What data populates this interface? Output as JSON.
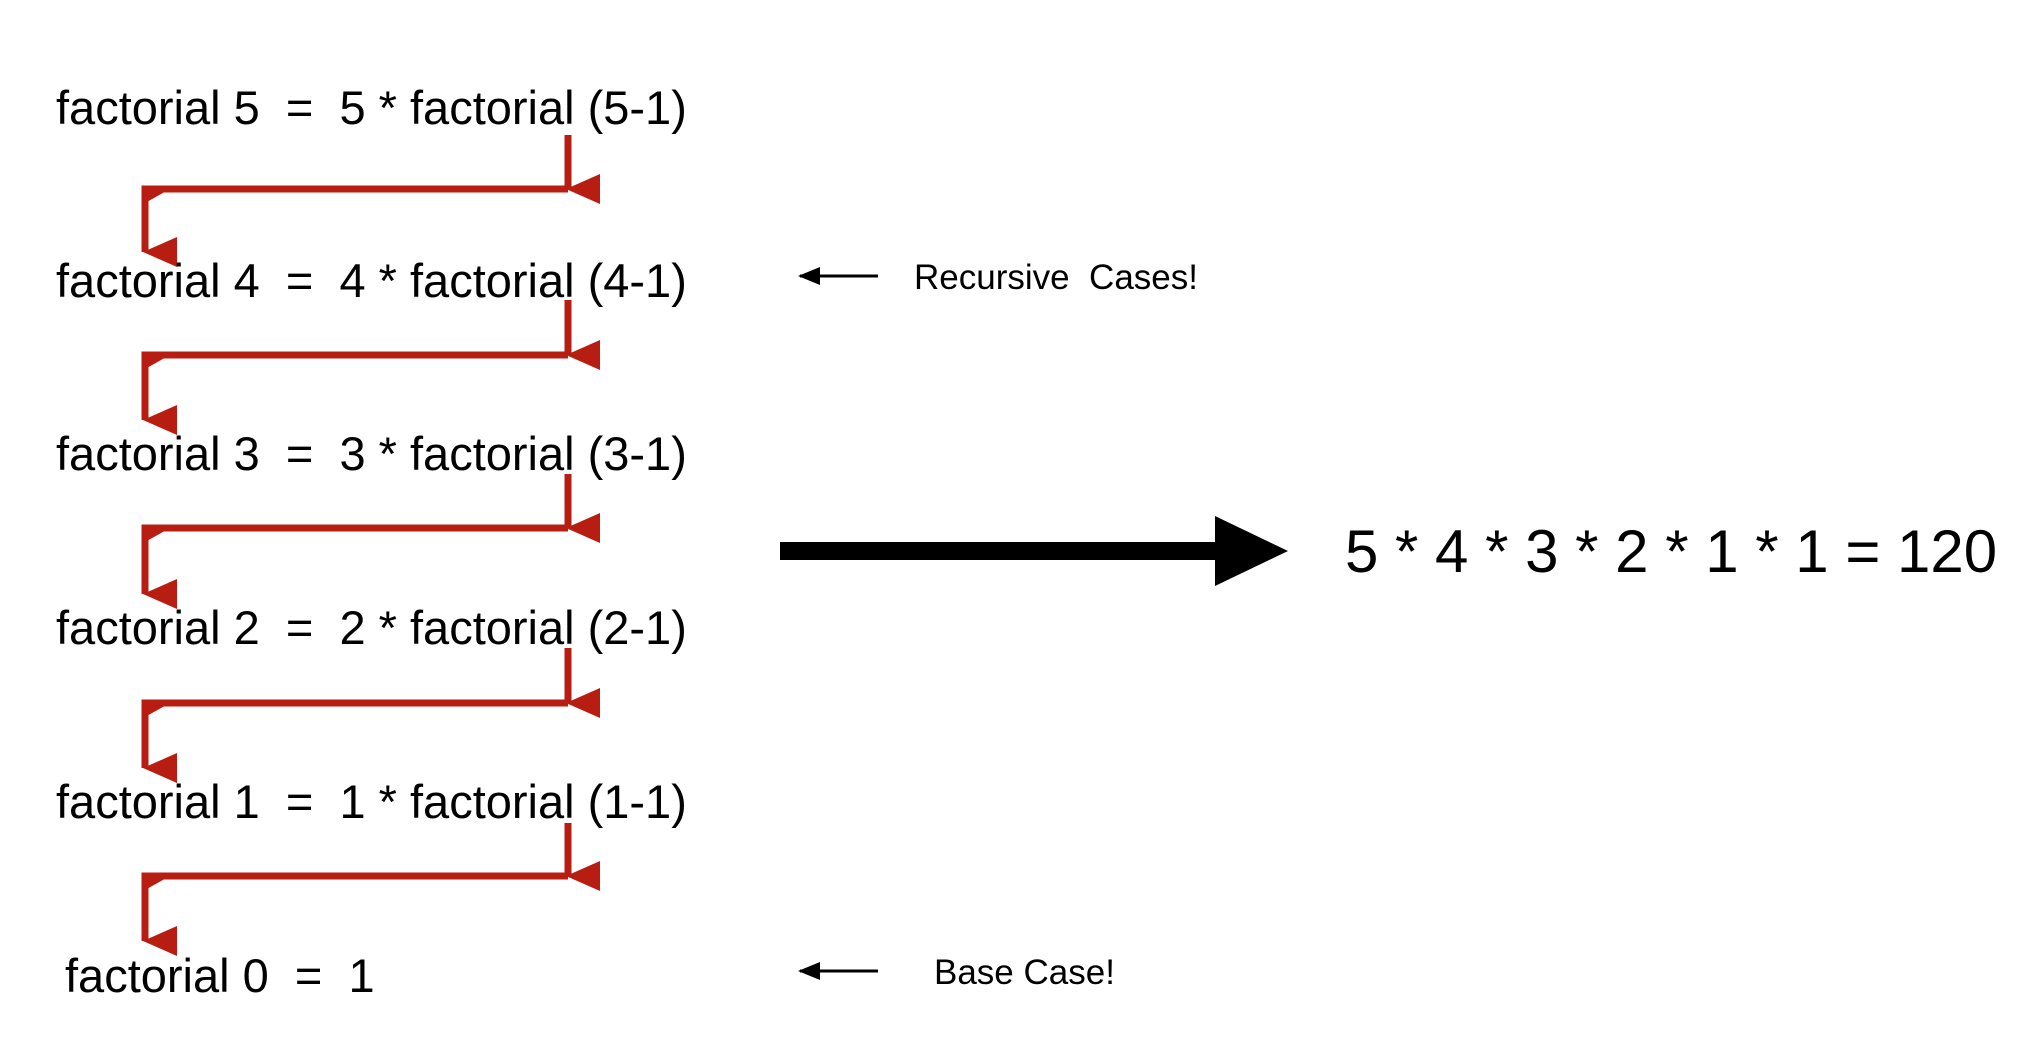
{
  "equations": [
    "factorial 5  =  5 * factorial (5-1)",
    "factorial 4  =  4 * factorial (4-1)",
    "factorial 3  =  3 * factorial (3-1)",
    "factorial 2  =  2 * factorial (2-1)",
    "factorial 1  =  1 * factorial (1-1)",
    "factorial 0  =  1"
  ],
  "annotations": {
    "recursive": "Recursive  Cases!",
    "base": "Base Case!"
  },
  "result": "5 * 4 * 3 * 2 * 1 * 1 = 120",
  "colors": {
    "call_arrow": "#b81d12",
    "text": "#000000",
    "result_arrow": "#000000"
  }
}
